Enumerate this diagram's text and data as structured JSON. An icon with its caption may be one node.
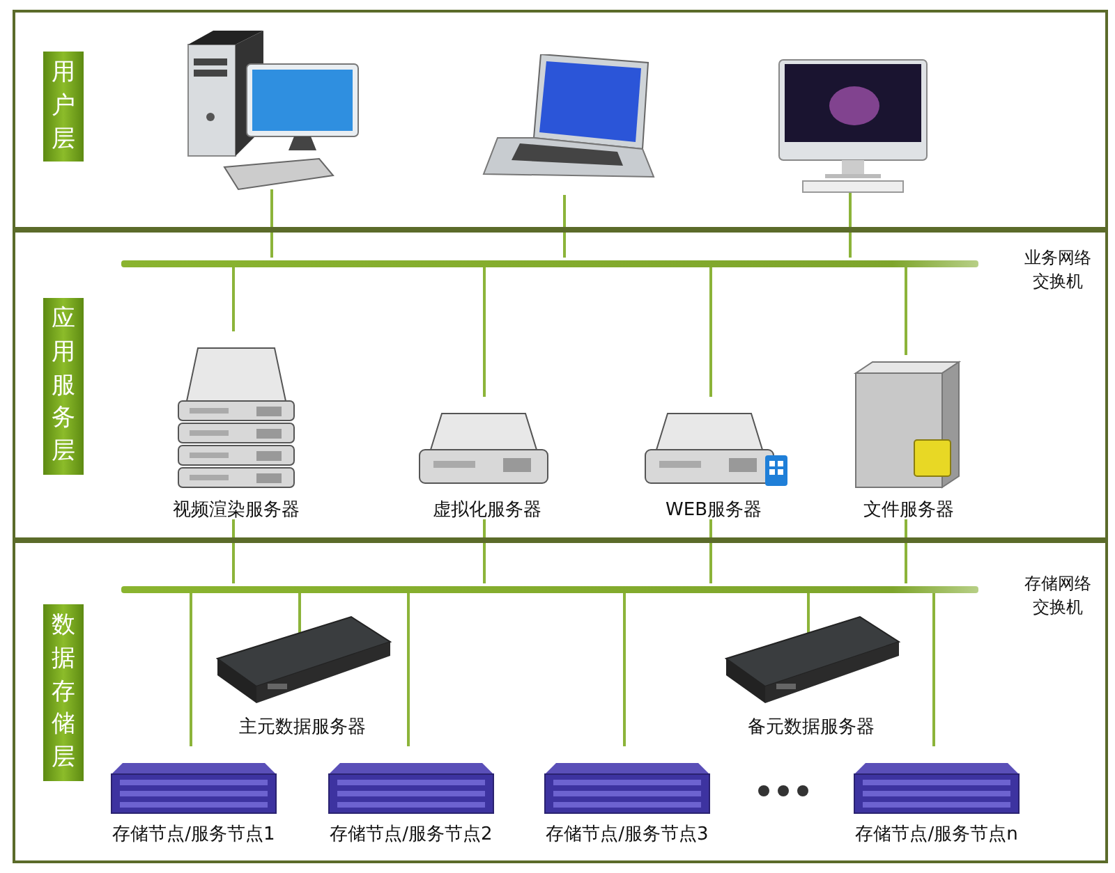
{
  "diagram": {
    "nodes": [
      {
        "text": [
          "用户层"
        ]
      },
      {
        "text": [],
        "shape": "picture",
        "in": 0
      },
      {
        "text": [],
        "shape": "picture",
        "in": 0
      },
      {
        "text": [],
        "shape": "picture",
        "in": 0
      },
      {
        "text": [
          "应用服务层"
        ]
      },
      {
        "text": [],
        "shape": "bar",
        "beside": [
          "业务网络交换机"
        ],
        "in": 4
      },
      {
        "text": [
          "视频渲染服务器"
        ],
        "in": 4
      },
      {
        "text": [
          "虚拟化服务器"
        ],
        "in": 4
      },
      {
        "text": [
          "WEB服务器"
        ],
        "in": 4
      },
      {
        "text": [
          "文件服务器"
        ],
        "in": 4
      },
      {
        "text": [
          "数据存储层"
        ]
      },
      {
        "text": [],
        "shape": "bar",
        "beside": [
          "存储网络交换机"
        ],
        "in": 10
      },
      {
        "text": [
          "主元数据服务器"
        ],
        "in": 10
      },
      {
        "text": [
          "备元数据服务器"
        ],
        "in": 10
      },
      {
        "text": [
          "存储节点/服务节点1"
        ],
        "in": 10
      },
      {
        "text": [
          "存储节点/服务节点2"
        ],
        "in": 10
      },
      {
        "text": [
          "存储节点/服务节点3"
        ],
        "in": 10
      },
      {
        "text": [
          "存储节点/服务节点n"
        ],
        "in": 10
      }
    ],
    "edges": [
      {
        "from": 1,
        "to": 5,
        "arrow": "none"
      },
      {
        "from": 2,
        "to": 5,
        "arrow": "none"
      },
      {
        "from": 3,
        "to": 5,
        "arrow": "none"
      },
      {
        "from": 5,
        "to": 6,
        "arrow": "none"
      },
      {
        "from": 5,
        "to": 7,
        "arrow": "none"
      },
      {
        "from": 5,
        "to": 8,
        "arrow": "none"
      },
      {
        "from": 5,
        "to": 9,
        "arrow": "none"
      },
      {
        "from": 6,
        "to": 11,
        "arrow": "none"
      },
      {
        "from": 7,
        "to": 11,
        "arrow": "none"
      },
      {
        "from": 8,
        "to": 11,
        "arrow": "none"
      },
      {
        "from": 9,
        "to": 11,
        "arrow": "none"
      },
      {
        "from": 11,
        "to": 14,
        "arrow": "none"
      },
      {
        "from": 11,
        "to": 12,
        "arrow": "none"
      },
      {
        "from": 11,
        "to": 15,
        "arrow": "none"
      },
      {
        "from": 11,
        "to": 16,
        "arrow": "none"
      },
      {
        "from": 11,
        "to": 13,
        "arrow": "none"
      },
      {
        "from": 11,
        "to": 17,
        "arrow": "none"
      }
    ]
  }
}
